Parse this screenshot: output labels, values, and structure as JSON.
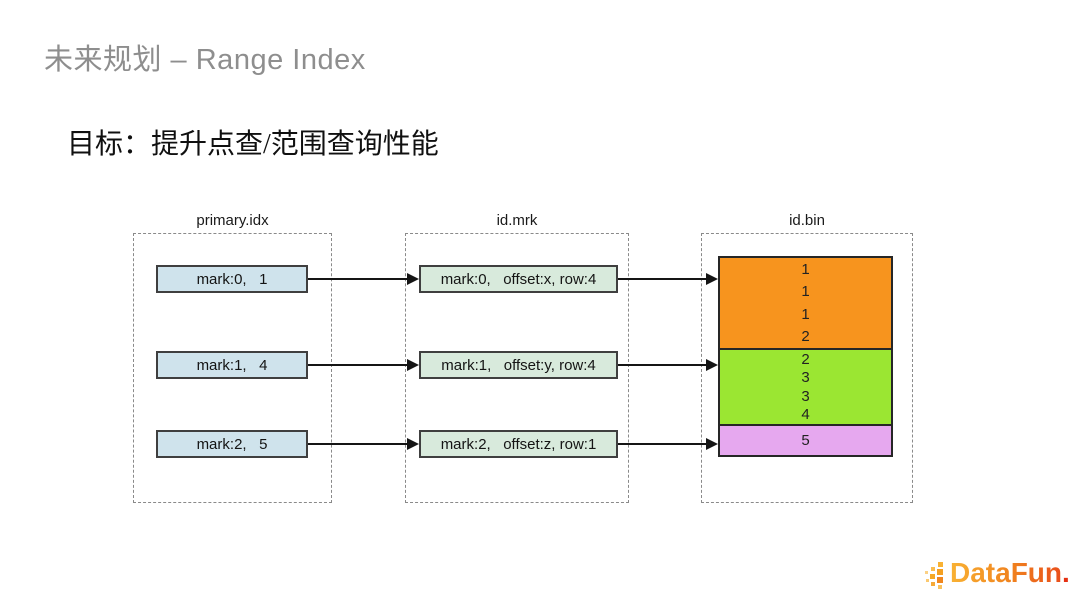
{
  "slide": {
    "title": "未来规划 – Range Index",
    "subtitle": "目标：提升点查/范围查询性能"
  },
  "diagram": {
    "columns": [
      {
        "label": "primary.idx",
        "boxes": [
          "mark:0,   1",
          "mark:1,   4",
          "mark:2,   5"
        ]
      },
      {
        "label": "id.mrk",
        "boxes": [
          "mark:0,   offset:x, row:4",
          "mark:1,   offset:y, row:4",
          "mark:2,   offset:z, row:1"
        ]
      },
      {
        "label": "id.bin",
        "blocks": [
          {
            "color": "#F7941E",
            "values": [
              "1",
              "1",
              "1",
              "2"
            ]
          },
          {
            "color": "#9BE632",
            "values": [
              "2",
              "3",
              "3",
              "4"
            ]
          },
          {
            "color": "#E6A8EF",
            "values": [
              "5"
            ]
          }
        ]
      }
    ],
    "box_fill_blue": "#cfe3ec",
    "box_fill_green": "#d8eadc"
  },
  "logo": {
    "text": "DataFun",
    "dot": "."
  }
}
